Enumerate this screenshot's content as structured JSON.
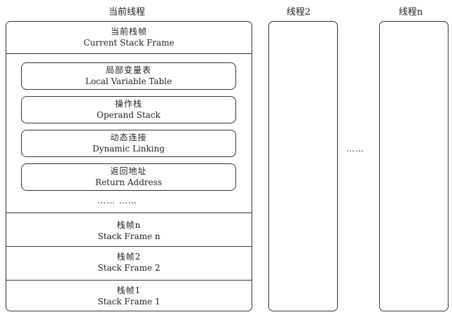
{
  "columns": {
    "current_thread": "当前线程",
    "thread2": "线程2",
    "threadn": "线程n"
  },
  "current_frame": {
    "zh": "当前栈帧",
    "en": "Current Stack Frame"
  },
  "frame_parts": [
    {
      "zh": "局部变量表",
      "en": "Local Variable Table"
    },
    {
      "zh": "操作栈",
      "en": "Operand Stack"
    },
    {
      "zh": "动态连接",
      "en": "Dynamic Linking"
    },
    {
      "zh": "返回地址",
      "en": "Return Address"
    }
  ],
  "inner_ellipsis": "……  ……",
  "frames": [
    {
      "zh": "栈帧n",
      "en": "Stack Frame n"
    },
    {
      "zh": "栈帧2",
      "en": "Stack Frame 2"
    },
    {
      "zh": "栈帧1",
      "en": "Stack Frame 1"
    }
  ],
  "between_threads": "……"
}
